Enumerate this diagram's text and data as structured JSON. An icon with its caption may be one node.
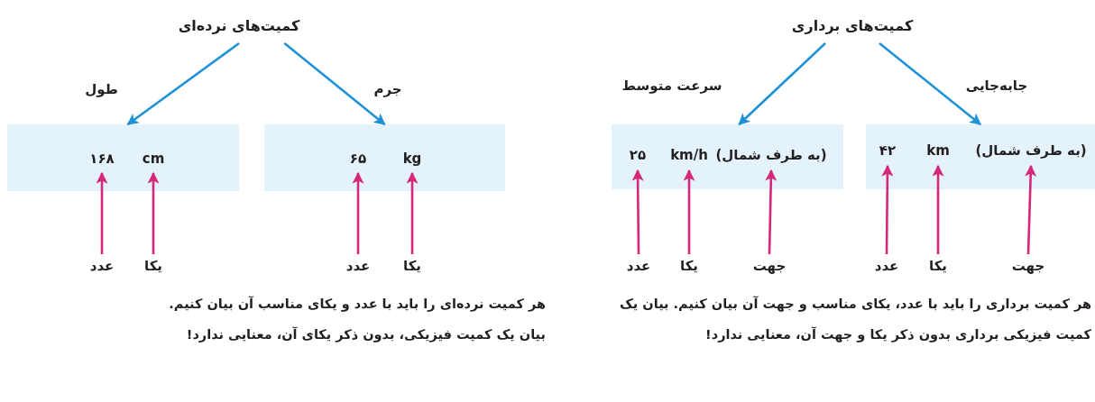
{
  "diagram": {
    "nodes": [
      {
        "text": [
          "کمیت‌های نرده‌ای"
        ]
      },
      {
        "text": [],
        "shape": "box",
        "beside": [
          "طول"
        ]
      },
      {
        "text": [
          "۱۶۸"
        ],
        "in": 1
      },
      {
        "text": [
          "cm"
        ],
        "in": 1
      },
      {
        "text": [],
        "shape": "box",
        "beside": [
          "جرم"
        ]
      },
      {
        "text": [
          "۶۵"
        ],
        "in": 4
      },
      {
        "text": [
          "kg"
        ],
        "in": 4
      },
      {
        "text": [
          "عدد"
        ]
      },
      {
        "text": [
          "یکا"
        ]
      },
      {
        "text": [
          "عدد"
        ]
      },
      {
        "text": [
          "یکا"
        ]
      },
      {
        "text": [
          "کمیت‌های برداری"
        ]
      },
      {
        "text": [],
        "shape": "box",
        "beside": [
          "سرعت متوسط"
        ]
      },
      {
        "text": [
          "۲۵"
        ],
        "in": 12
      },
      {
        "text": [
          "km/h"
        ],
        "in": 12
      },
      {
        "text": [
          "(به طرف شمال)"
        ],
        "in": 12
      },
      {
        "text": [],
        "shape": "box",
        "beside": [
          "جابه‌جایی"
        ]
      },
      {
        "text": [
          "۴۲"
        ],
        "in": 16
      },
      {
        "text": [
          "km"
        ],
        "in": 16
      },
      {
        "text": [
          "(به طرف شمال)"
        ],
        "in": 16
      },
      {
        "text": [
          "عدد"
        ]
      },
      {
        "text": [
          "یکا"
        ]
      },
      {
        "text": [
          "جهت"
        ]
      },
      {
        "text": [
          "عدد"
        ]
      },
      {
        "text": [
          "یکا"
        ]
      },
      {
        "text": [
          "جهت"
        ]
      }
    ],
    "edges": [
      {
        "from": 0,
        "to": 1,
        "arrow": "to",
        "color": "#1e92d4"
      },
      {
        "from": 0,
        "to": 4,
        "arrow": "to",
        "color": "#1e92d4"
      },
      {
        "from": 7,
        "to": 2,
        "arrow": "to"
      },
      {
        "from": 8,
        "to": 3,
        "arrow": "to"
      },
      {
        "from": 9,
        "to": 5,
        "arrow": "to"
      },
      {
        "from": 10,
        "to": 6,
        "arrow": "to"
      },
      {
        "from": 11,
        "to": 12,
        "arrow": "to",
        "color": "#1e92d4"
      },
      {
        "from": 11,
        "to": 16,
        "arrow": "to",
        "color": "#1e92d4"
      },
      {
        "from": 20,
        "to": 13,
        "arrow": "to"
      },
      {
        "from": 21,
        "to": 14,
        "arrow": "to"
      },
      {
        "from": 22,
        "to": 15,
        "arrow": "to"
      },
      {
        "from": 23,
        "to": 17,
        "arrow": "to"
      },
      {
        "from": 24,
        "to": 18,
        "arrow": "to"
      },
      {
        "from": 25,
        "to": 19,
        "arrow": "to"
      }
    ],
    "labels": [
      "هر کمیت نرده‌ای را باید با عدد و یکای مناسب آن بیان کنیم.",
      "بیان یک کمیت فیزیکی، بدون ذکر یکای آن، معنایی ندارد!",
      "هر کمیت برداری را باید با عدد، یکای مناسب و جهت آن بیان کنیم. بیان یک کمیت فیزیکی برداری بدون ذکر یکا و جهت آن، معنایی ندارد!"
    ]
  }
}
